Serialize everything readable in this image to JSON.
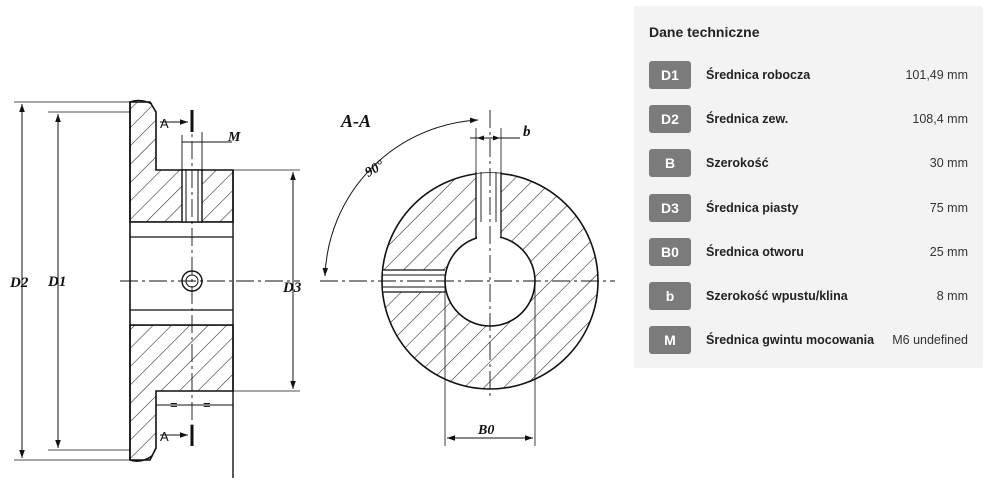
{
  "drawing": {
    "labels": {
      "d2": "D2",
      "d1": "D1",
      "d3": "D3",
      "m": "M",
      "section": "A-A",
      "angle": "90°",
      "b": "b",
      "b0": "B0",
      "section_mark": "A",
      "equal_mark": "="
    }
  },
  "panel": {
    "title": "Dane techniczne",
    "rows": [
      {
        "code": "D1",
        "label": "Średnica robocza",
        "value": "101,49 mm"
      },
      {
        "code": "D2",
        "label": "Średnica zew.",
        "value": "108,4 mm"
      },
      {
        "code": "B",
        "label": "Szerokość",
        "value": "30 mm"
      },
      {
        "code": "D3",
        "label": "Średnica piasty",
        "value": "75 mm"
      },
      {
        "code": "B0",
        "label": "Średnica otworu",
        "value": "25 mm"
      },
      {
        "code": "b",
        "label": "Szerokość wpustu/klina",
        "value": "8 mm"
      },
      {
        "code": "M",
        "label": "Średnica gwintu mocowania",
        "value": "M6 undefined"
      }
    ]
  }
}
